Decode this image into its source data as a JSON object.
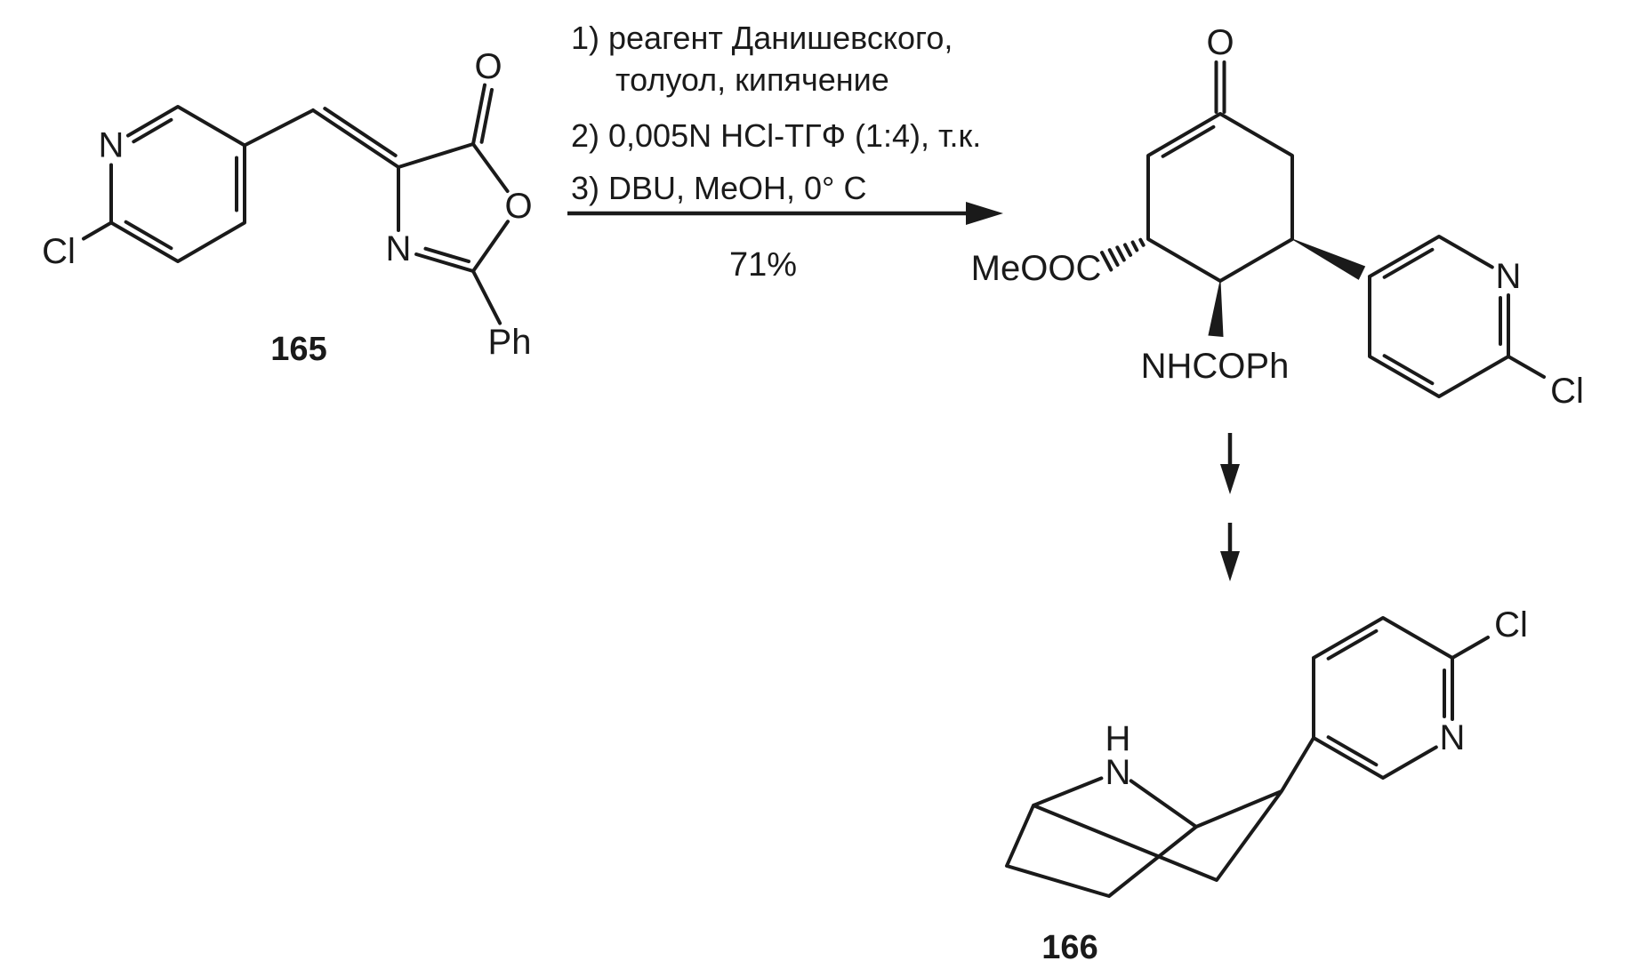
{
  "compound_165": {
    "id_label": "165",
    "pyridine_n": "N",
    "pyridine_cl": "Cl",
    "carbonyl_o": "O",
    "ring_o": "O",
    "ring_n": "N",
    "phenyl": "Ph"
  },
  "reaction": {
    "step1_line1": "1) реагент Данишевского,",
    "step1_line2": "толуол, кипячение",
    "step2": "2) 0,005N HCl-ТГФ (1:4), т.к.",
    "step3": "3) DBU, MeOH, 0° C",
    "yield": "71%"
  },
  "intermediate": {
    "ketone_o": "O",
    "ester_group": "MeOOC",
    "amide_group": "NHCOPh",
    "pyridine_n": "N",
    "pyridine_cl": "Cl"
  },
  "compound_166": {
    "id_label": "166",
    "amine_h": "H",
    "amine_n": "N",
    "pyridine_n": "N",
    "pyridine_cl": "Cl"
  }
}
